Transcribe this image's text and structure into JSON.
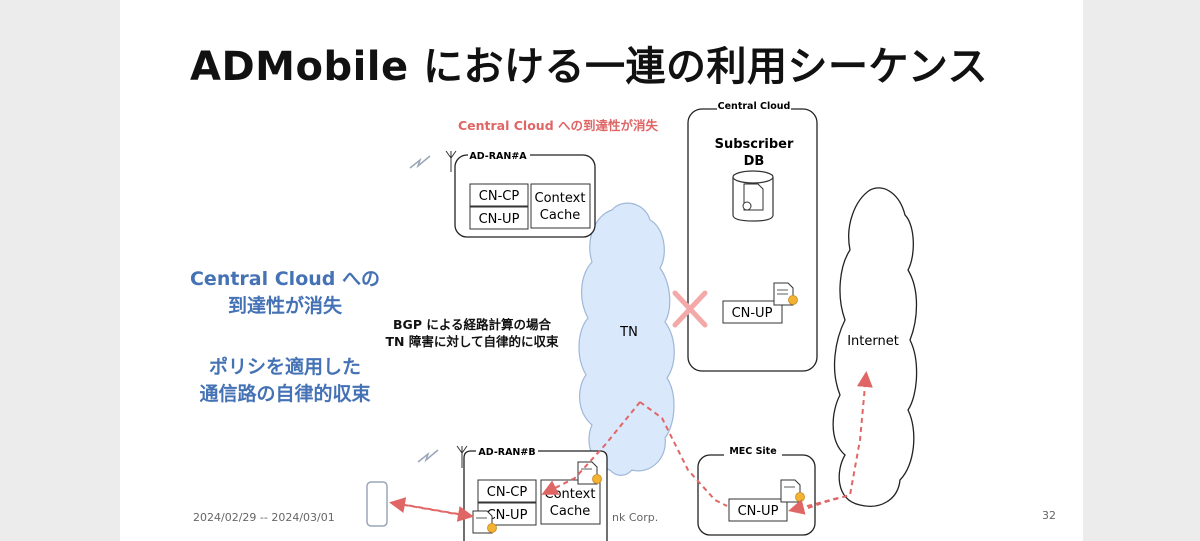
{
  "title": "ADMobile における一連の利用シーケンス",
  "side_text": {
    "line1": "Central Cloud への",
    "line2": "到達性が消失",
    "line3": "ポリシを適用した",
    "line4": "通信路の自律的収束"
  },
  "annotation_red": "Central Cloud への到達性が消失",
  "bgp_note": {
    "line1": "BGP による経路計算の場合",
    "line2": "TN 障害に対して自律的に収束"
  },
  "nodes": {
    "central_cloud": {
      "label": "Central Cloud",
      "db_label_1": "Subscriber",
      "db_label_2": "DB",
      "cn_up": "CN-UP"
    },
    "ad_ran_a": {
      "label": "AD-RAN#A",
      "cn_cp": "CN-CP",
      "cn_up": "CN-UP",
      "cache_1": "Context",
      "cache_2": "Cache"
    },
    "ad_ran_b": {
      "label": "AD-RAN#B",
      "cn_cp": "CN-CP",
      "cn_up": "CN-UP",
      "cache_1": "Context",
      "cache_2": "Cache"
    },
    "tn": {
      "label": "TN"
    },
    "internet": {
      "label": "Internet"
    },
    "mec_site": {
      "label": "MEC Site",
      "cn_up": "CN-UP"
    }
  },
  "footer": {
    "date": "2024/02/29 -- 2024/03/01",
    "company": "nk Corp.",
    "page": "32"
  },
  "colors": {
    "accent_blue": "#4472b5",
    "alert_red": "#e06666",
    "tn_cloud": "#dae8fc",
    "tn_stroke": "#6c8ebf"
  }
}
